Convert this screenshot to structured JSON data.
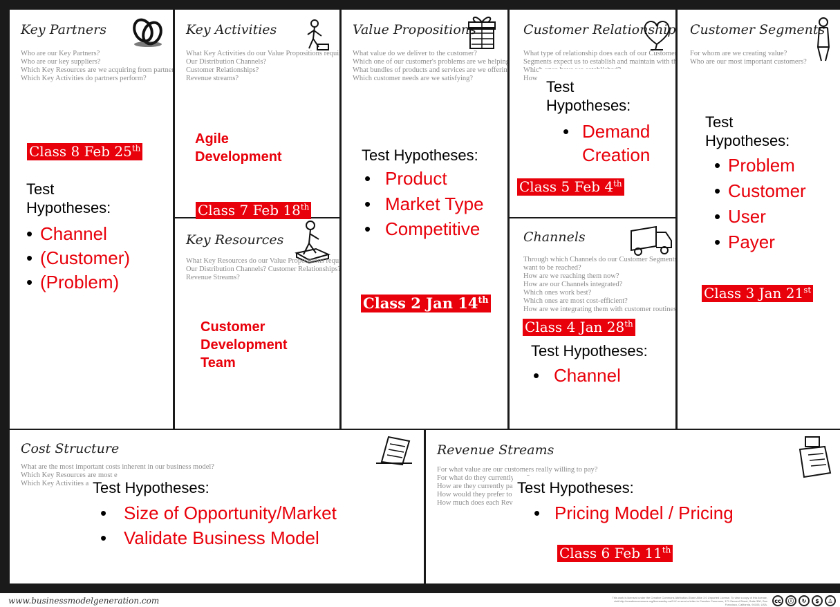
{
  "blocks": {
    "key_partners": {
      "title": "Key Partners",
      "questions": [
        "Who are our Key Partners?",
        "Who are our key suppliers?",
        "Which Key Resources are we acquiring from partners?",
        "Which Key Activities do partners perform?"
      ],
      "icon": "chain-links-icon"
    },
    "key_activities": {
      "title": "Key Activities",
      "questions": [
        "What Key Activities do our Value Propositions require?",
        "Our Distribution Channels?",
        "Customer Relationships?",
        "Revenue streams?"
      ],
      "icon": "worker-icon"
    },
    "value_propositions": {
      "title": "Value Propositions",
      "questions": [
        "What value do we deliver to the customer?",
        "Which one of our customer's problems are we helping to solve?",
        "What bundles of products and services are we offering to each Customer Segment?",
        "Which customer needs are we satisfying?"
      ],
      "icon": "gift-icon"
    },
    "customer_relationships": {
      "title": "Customer Relationships",
      "questions": [
        "What type of relationship does each of our Customer",
        "Segments expect us to establish and maintain with them?",
        "Which ones have we established?",
        "How"
      ],
      "icon": "heart-icon"
    },
    "customer_segments": {
      "title": "Customer Segments",
      "questions": [
        "For whom are we creating value?",
        "Who are our most important customers?"
      ],
      "icon": "person-icon"
    },
    "key_resources": {
      "title": "Key Resources",
      "questions": [
        "What Key Resources do our Value Propositions require?",
        "Our Distribution Channels? Customer Relationships?",
        "Revenue Streams?"
      ],
      "icon": "worker-icon"
    },
    "channels": {
      "title": "Channels",
      "questions": [
        "Through which Channels do our Customer Segments",
        "want to be reached?",
        "How are we reaching them now?",
        "How are our Channels integrated?",
        "Which ones work best?",
        "Which ones are most cost-efficient?",
        "How are we integrating them with customer routines?"
      ],
      "icon": "truck-icon"
    },
    "cost_structure": {
      "title": "Cost Structure",
      "questions": [
        "What are the most important costs inherent in our business model?",
        "Which Key Resources are most e",
        "Which Key Activities are most ex"
      ],
      "icon": "receipt-icon"
    },
    "revenue_streams": {
      "title": "Revenue Streams",
      "questions": [
        "For what value are our customers really willing to pay?",
        "For what do they currently pay?",
        "How are they currently paying?",
        "How would they prefer to pay?",
        "How much does each Revenue Strea"
      ],
      "icon": "cash-register-icon"
    }
  },
  "annotations": {
    "kp_class": {
      "text": "Class 8 Feb 25",
      "sup": "th"
    },
    "kp_test": "Test\nHypotheses:",
    "kp_items": [
      "Channel",
      "(Customer)",
      "(Problem)"
    ],
    "ka_agile": "Agile\nDevelopment",
    "ka_class": {
      "text": "Class 7 Feb 18",
      "sup": "th"
    },
    "kr_team": "Customer\nDevelopment\nTeam",
    "vp_test": "Test Hypotheses:",
    "vp_items": [
      "Product",
      "Market Type",
      "Competitive"
    ],
    "vp_class": {
      "text": "Class 2 Jan 14",
      "sup": "th"
    },
    "cr_test": "Test\nHypotheses:",
    "cr_items": [
      "Demand\nCreation"
    ],
    "cr_class": {
      "text": "Class 5 Feb 4",
      "sup": "th"
    },
    "cs_test": "Test\nHypotheses:",
    "cs_items": [
      "Problem",
      "Customer",
      "User",
      "Payer"
    ],
    "cs_class": {
      "text": "Class 3 Jan 21",
      "sup": "st"
    },
    "ch_class": {
      "text": "Class 4 Jan 28",
      "sup": "th"
    },
    "ch_test": "Test Hypotheses:",
    "ch_items": [
      "Channel"
    ],
    "cost_test": "Test Hypotheses:",
    "cost_items": [
      "Size of Opportunity/Market",
      "Validate Business Model"
    ],
    "rev_test": "Test Hypotheses:",
    "rev_items": [
      "Pricing Model / Pricing"
    ],
    "rev_class": {
      "text": "Class 6 Feb 11",
      "sup": "th"
    }
  },
  "footer": {
    "url": "www.businessmodelgeneration.com",
    "license": "This work is licensed under the Creative Commons Attribution-Share Alike 3.0 Unported License. To view a copy of this license, visit http://creativecommons.org/licenses/by-sa/3.0/ or send a letter to Creative Commons, 171 Second Street, Suite 300, San Francisco, California, 94105, USA.",
    "cc_icons": [
      "cc-icon",
      "by-icon",
      "sa-icon",
      "nc-icon",
      "attribution-icon"
    ]
  },
  "colors": {
    "accent_red": "#e8000a",
    "border": "#1a1a1a"
  }
}
